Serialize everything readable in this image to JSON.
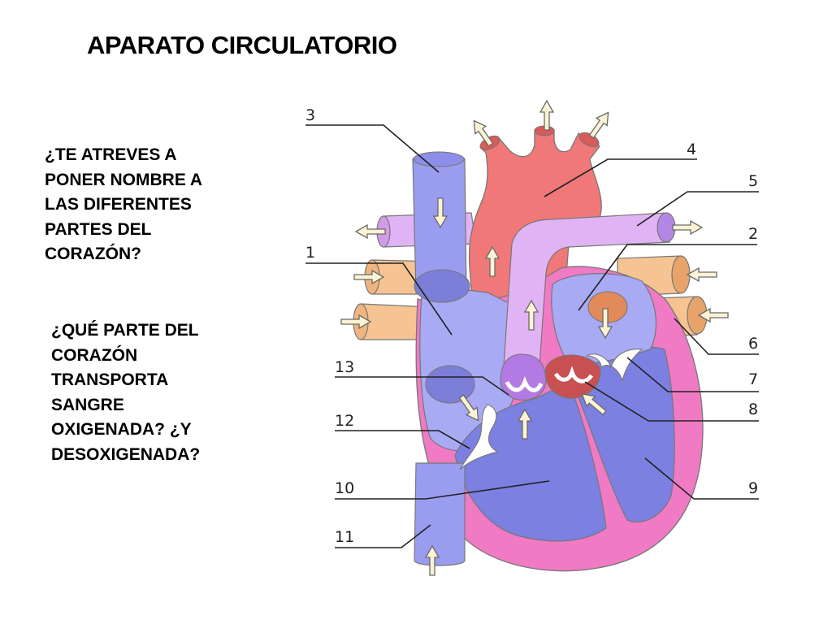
{
  "title": "APARATO CIRCULATORIO",
  "question1": [
    "¿TE ATREVES A",
    "PONER NOMBRE A",
    "LAS DIFERENTES",
    "PARTES DEL",
    "CORAZÓN?"
  ],
  "question2": [
    "¿QUÉ PARTE DEL",
    "CORAZÓN",
    "TRANSPORTA",
    "SANGRE",
    "OXIGENADA? ¿Y",
    "DESOXIGENADA?"
  ],
  "labels": [
    "3",
    "4",
    "5",
    "2",
    "1",
    "6",
    "13",
    "7",
    "8",
    "12",
    "10",
    "9",
    "11"
  ],
  "colors": {
    "oxygenated": "#f07878",
    "deoxygenated": "#9a9cf0",
    "pulmonary": "#e0b4f4",
    "pulmonary_veins": "#f5c492",
    "myocardium": "#f07ac4",
    "ventricle": "#7c80e0"
  }
}
